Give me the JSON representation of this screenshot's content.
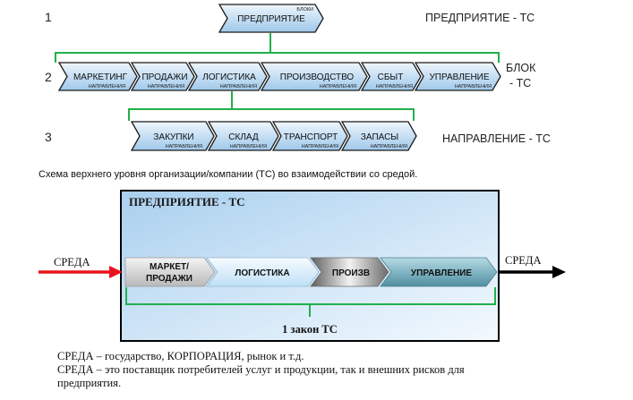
{
  "levels": {
    "enterprise": {
      "number": "1",
      "item": {
        "label": "ПРЕДПРИЯТИЕ",
        "tag": "БЛОКИ"
      },
      "right_label": "ПРЕДПРИЯТИЕ - ТС"
    },
    "blocks": {
      "number": "2",
      "items": [
        {
          "label": "МАРКЕТИНГ",
          "tag": "НАПРАВЛЕНИЯ"
        },
        {
          "label": "ПРОДАЖИ",
          "tag": "НАПРАВЛЕНИЯ"
        },
        {
          "label": "ЛОГИСТИКА",
          "tag": "НАПРАВЛЕНИЯ"
        },
        {
          "label": "ПРОИЗВОДСТВО",
          "tag": "НАПРАВЛЕНИЯ"
        },
        {
          "label": "СБЫТ",
          "tag": "НАПРАВЛЕНИЯ"
        },
        {
          "label": "УПРАВЛЕНИЕ",
          "tag": "НАПРАВЛЕНИЯ"
        }
      ],
      "right_label_line1": "БЛОК",
      "right_label_line2": "- ТС"
    },
    "directions": {
      "number": "3",
      "items": [
        {
          "label": "ЗАКУПКИ",
          "tag": "НАПРАВЛЕНИЯ"
        },
        {
          "label": "СКЛАД",
          "tag": "НАПРАВЛЕНИЯ"
        },
        {
          "label": "ТРАНСПОРТ",
          "tag": "НАПРАВЛЕНИЯ"
        },
        {
          "label": "ЗАПАСЫ",
          "tag": "НАПРАВЛЕНИЯ"
        }
      ],
      "right_label": "НАПРАВЛЕНИЕ - ТС"
    }
  },
  "caption": "Схема верхнего уровня организации/компании (ТС) во взаимодействии со средой.",
  "system_box": {
    "title": "ПРЕДПРИЯТИЕ - ТС",
    "env_in": "СРЕДА",
    "env_out": "СРЕДА",
    "chain": [
      {
        "line1": "МАРКЕТ/",
        "line2": "ПРОДАЖИ"
      },
      {
        "line1": "ЛОГИСТИКА",
        "line2": ""
      },
      {
        "line1": "ПРОИЗВ",
        "line2": ""
      },
      {
        "line1": "УПРАВЛЕНИЕ",
        "line2": ""
      }
    ],
    "law": "1 закон ТС"
  },
  "notes": [
    "СРЕДА – государство, КОРПОРАЦИЯ, рынок и т.д.",
    "СРЕДА – это поставщик потребителей  услуг и продукции, так и внешних рисков для",
    "предприятия."
  ],
  "colors": {
    "chevron_fill_top": "#e6f2fc",
    "chevron_fill_bottom": "#a9cfee",
    "bracket_green": "#21b04b",
    "arrow_in_red": "#e8141b",
    "arrow_out_black": "#000000",
    "box_bg_top": "#b7d7f1",
    "box_bg_bottom": "#eef6fd"
  }
}
